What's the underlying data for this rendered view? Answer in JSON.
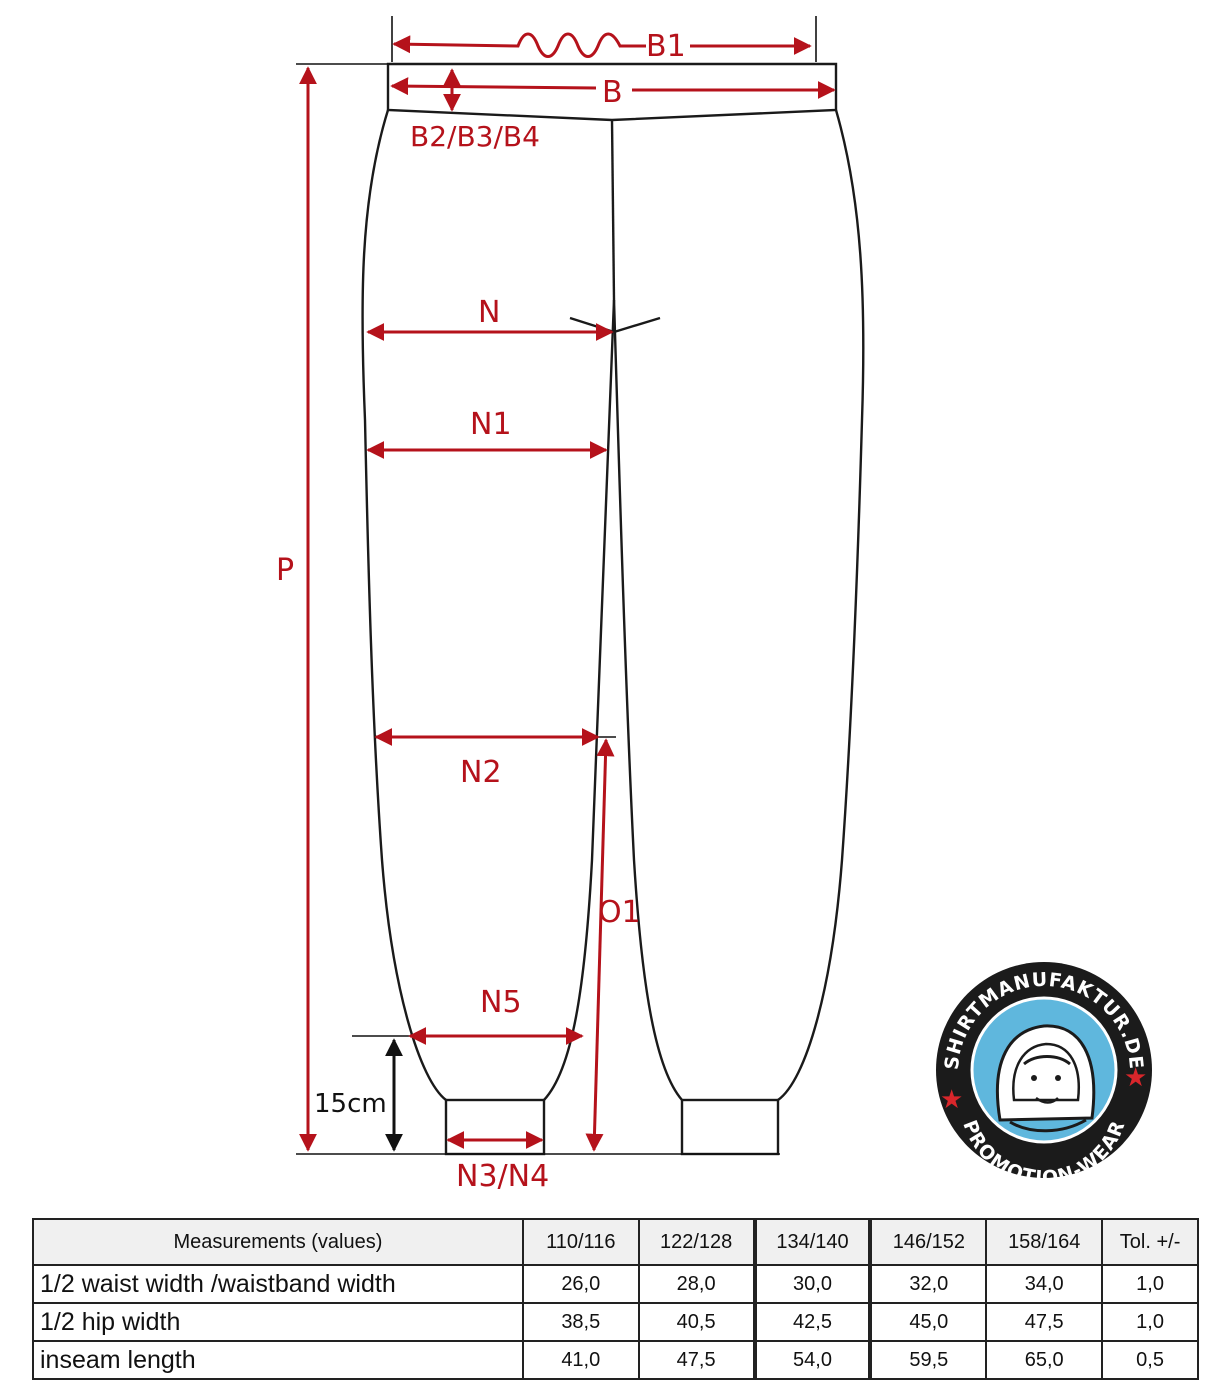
{
  "labels": {
    "b1": "B1",
    "b": "B",
    "b234": "B2/B3/B4",
    "p": "P",
    "n": "N",
    "n1": "N1",
    "n2": "N2",
    "o1": "O1",
    "n5": "N5",
    "cuff_height": "15cm",
    "n34": "N3/N4"
  },
  "badge": {
    "top_text": "SHIRTMANUFAKTUR.DE",
    "bottom_text": "PROMOTION-WEAR",
    "ring_color": "#1b1b1b",
    "inner_color": "#5fb7dd",
    "star_color": "#d9262b"
  },
  "table": {
    "header": [
      "Measurements (values)",
      "110/116",
      "122/128",
      "134/140",
      "146/152",
      "158/164",
      "Tol. +/-"
    ],
    "rows": [
      {
        "label": "1/2 waist width /waistband width",
        "values": [
          "26,0",
          "28,0",
          "30,0",
          "32,0",
          "34,0",
          "1,0"
        ]
      },
      {
        "label": "1/2 hip width",
        "values": [
          "38,5",
          "40,5",
          "42,5",
          "45,0",
          "47,5",
          "1,0"
        ]
      },
      {
        "label": "inseam length",
        "values": [
          "41,0",
          "47,5",
          "54,0",
          "59,5",
          "65,0",
          "0,5"
        ]
      }
    ]
  },
  "colors": {
    "dimension": "#b5121b",
    "outline": "#1a1a1a"
  }
}
